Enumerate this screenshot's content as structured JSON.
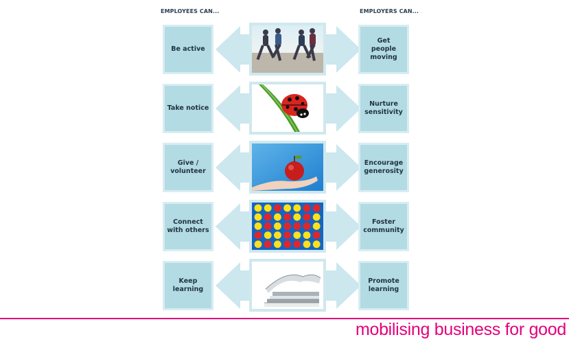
{
  "headers": {
    "left": "EMPLOYEES CAN...",
    "right": "EMPLOYERS CAN..."
  },
  "rows": [
    {
      "employee": "Be active",
      "employer": "Get\npeople\nmoving",
      "image": "runners"
    },
    {
      "employee": "Take notice",
      "employer": "Nurture\nsensitivity",
      "image": "ladybird"
    },
    {
      "employee": "Give /\nvolunteer",
      "employer": "Encourage\ngenerosity",
      "image": "apple-in-hand"
    },
    {
      "employee": "Connect\nwith others",
      "employer": "Foster\ncommunity",
      "image": "connect-four-grid"
    },
    {
      "employee": "Keep\nlearning",
      "employer": "Promote\nlearning",
      "image": "open-book-stack"
    }
  ],
  "footer": {
    "tagline": "mobilising business for good"
  },
  "colors": {
    "box_fill": "#b3dbe3",
    "arrow_fill": "#cce7ee",
    "accent": "#e4007c",
    "grid_blue": "#1565c0",
    "disc_red": "#e0252b",
    "disc_yellow": "#ffe11a"
  }
}
